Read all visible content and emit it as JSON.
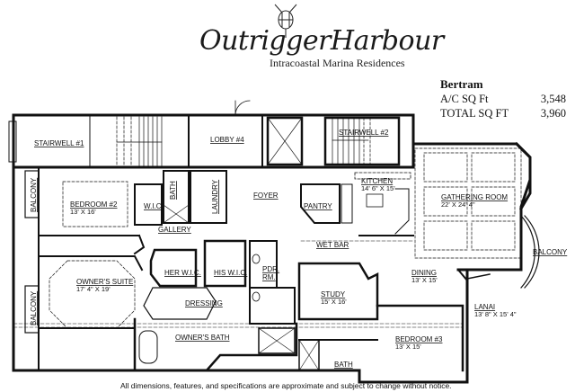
{
  "brand": {
    "title": "OutriggerHarbour",
    "subtitle": "Intracoastal Marina Residences",
    "emblem": "outrigger-emblem-icon"
  },
  "unit": {
    "model": "Bertram",
    "rows": [
      {
        "label": "A/C SQ Ft",
        "value": "3,548"
      },
      {
        "label": "TOTAL SQ FT",
        "value": "3,960"
      }
    ]
  },
  "rooms": {
    "stairwell1": {
      "name": "STAIRWELL #1"
    },
    "stairwell2": {
      "name": "STAIRWELL #2"
    },
    "lobby": {
      "name": "LOBBY #4"
    },
    "bedroom2": {
      "name": "BEDROOM #2",
      "dim": "13' X 16'"
    },
    "wic": {
      "name": "W.I.C."
    },
    "bath_small": {
      "name": "BATH"
    },
    "laundry": {
      "name": "LAUNDRY"
    },
    "foyer": {
      "name": "FOYER"
    },
    "pantry": {
      "name": "PANTRY"
    },
    "kitchen": {
      "name": "KITCHEN",
      "dim": "14' 6\" X 15'"
    },
    "gathering": {
      "name": "GATHERING ROOM",
      "dim": "22' X 24' 4\""
    },
    "gallery": {
      "name": "GALLERY"
    },
    "wetbar": {
      "name": "WET BAR"
    },
    "owners_suite": {
      "name": "OWNER'S SUITE",
      "dim": "17' 4\" X 19'"
    },
    "her_wic": {
      "name": "HER W.I.C."
    },
    "his_wic": {
      "name": "HIS W.I.C."
    },
    "pdr": {
      "name": "PDR.",
      "name2": "RM."
    },
    "dressing": {
      "name": "DRESSING"
    },
    "owners_bath": {
      "name": "OWNER'S BATH"
    },
    "study": {
      "name": "STUDY",
      "dim": "15' X 16'"
    },
    "dining": {
      "name": "DINING",
      "dim": "13' X 15'"
    },
    "lanai": {
      "name": "LANAI",
      "dim": "13' 8\" X 15' 4\""
    },
    "bedroom3": {
      "name": "BEDROOM #3",
      "dim": "13' X 15'"
    },
    "bath3": {
      "name": "BATH"
    },
    "balcony_right": {
      "name": "BALCONY"
    },
    "balcony_left_top": {
      "name": "BALCONY"
    },
    "balcony_left_bottom": {
      "name": "BALCONY"
    }
  },
  "footer": {
    "disclaimer": "All dimensions, features, and specifications are approximate and subject to change without notice."
  }
}
